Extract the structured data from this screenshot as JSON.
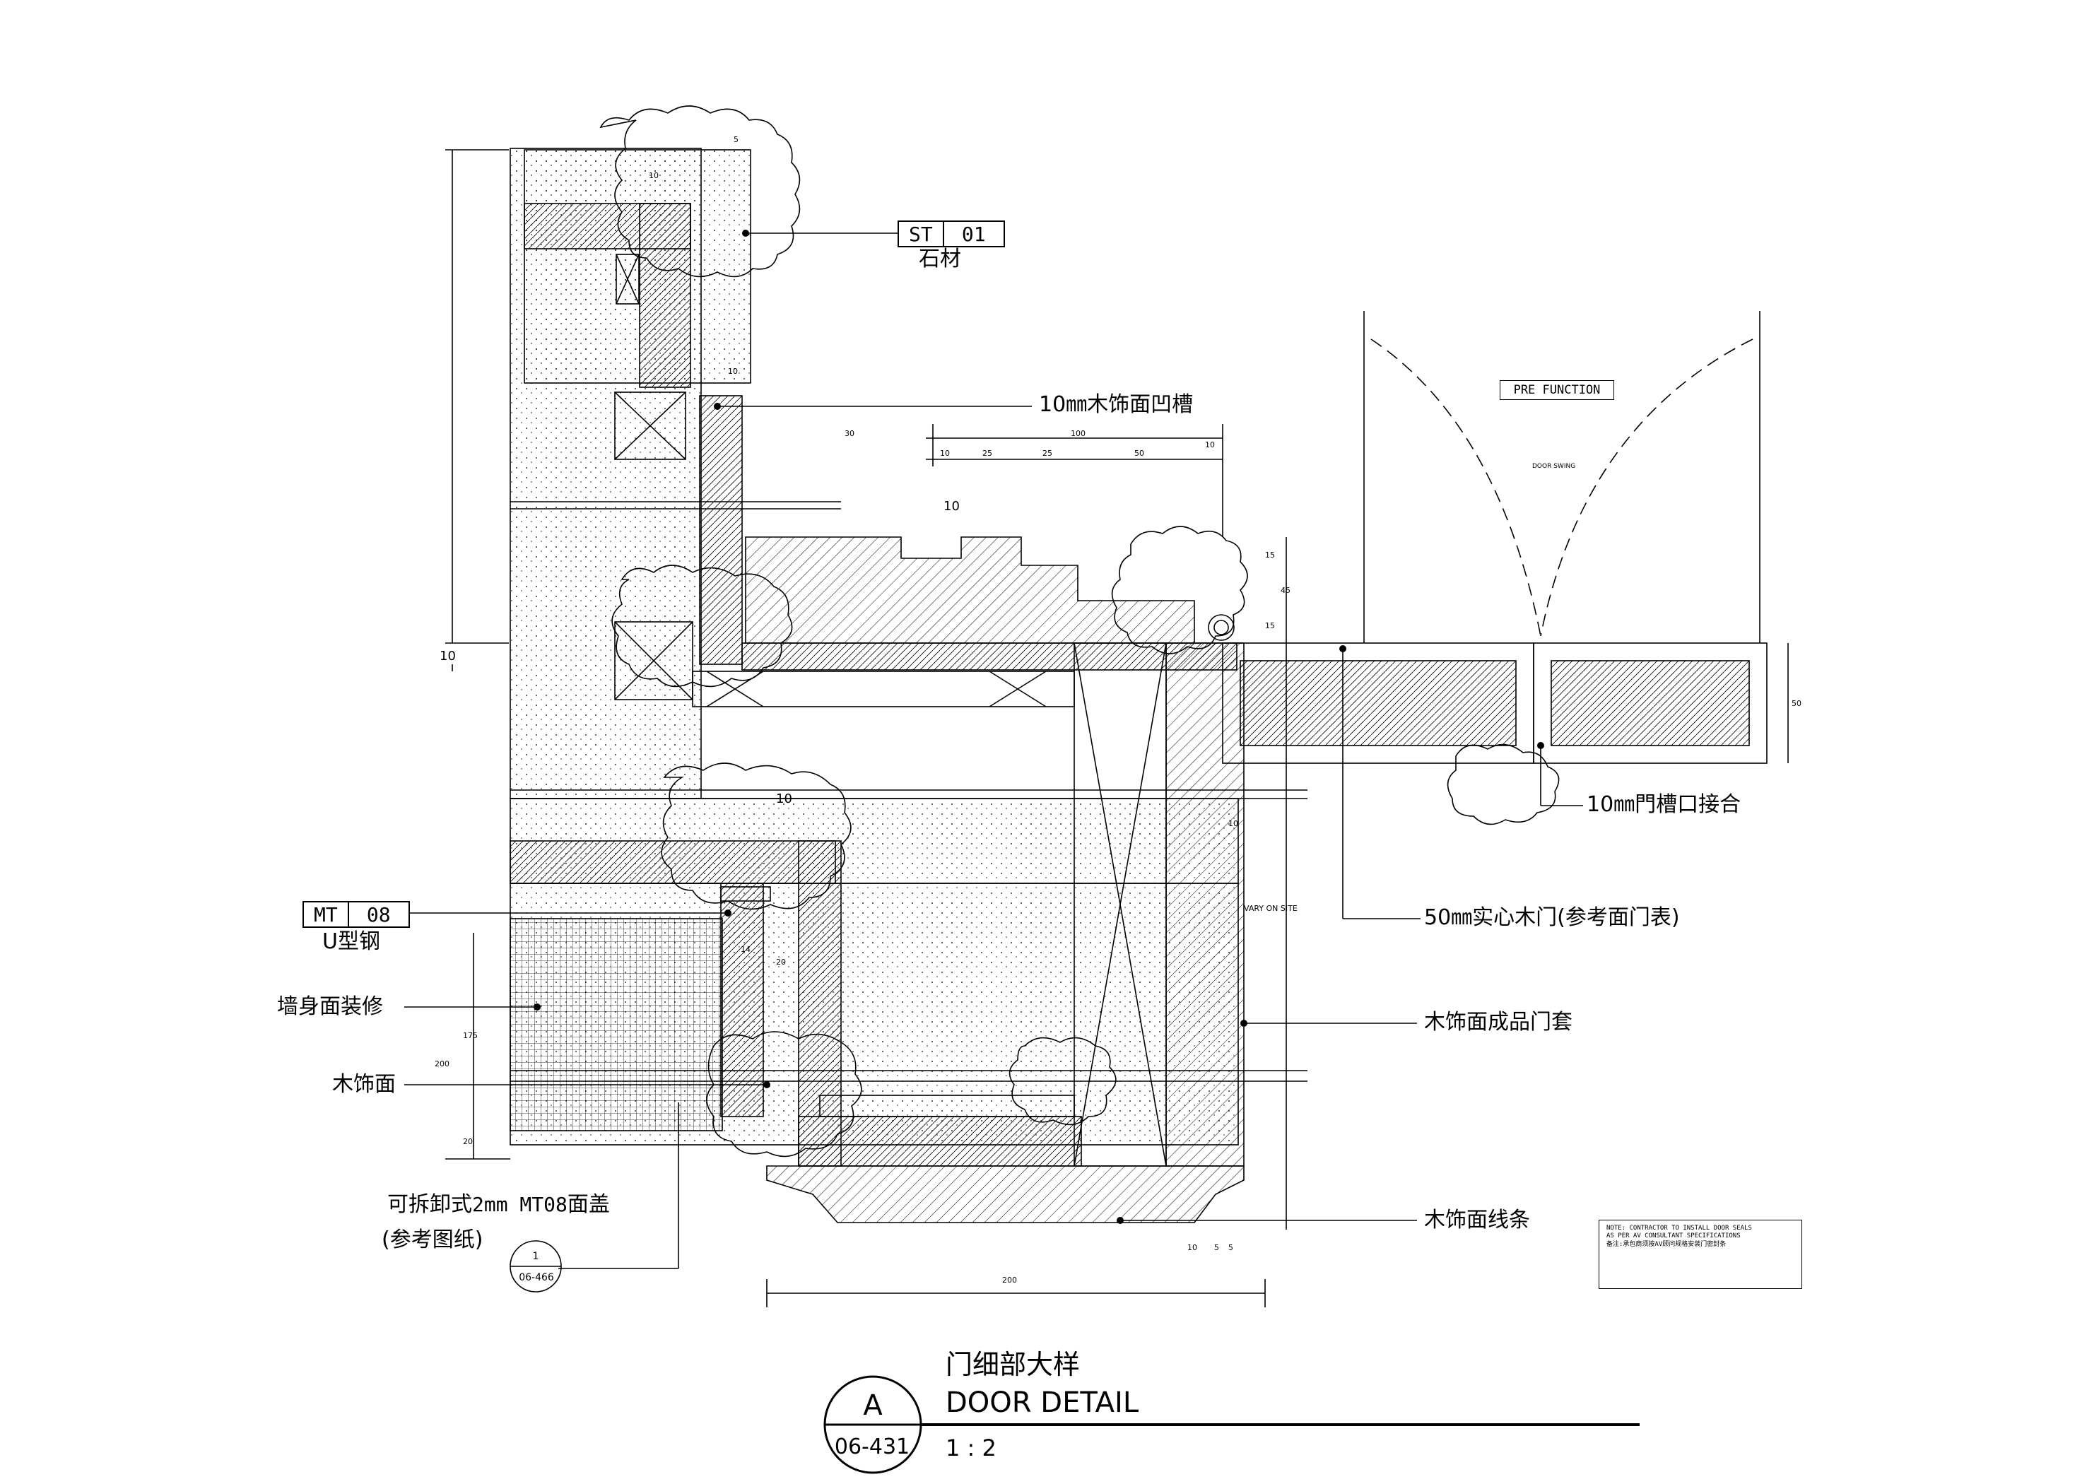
{
  "labels": {
    "stone": "石材",
    "groove": "10㎜木饰面凹槽",
    "door_joint": "10㎜門槽口接合",
    "solid_door": "50㎜实心木门(参考面门表)",
    "u_steel": "U型钢",
    "wall_finish": "墙身面装修",
    "wood_finish": "木饰面",
    "door_frame": "木饰面成品门套",
    "wood_trim": "木饰面线条",
    "cover_line1_a": "可拆卸式",
    "cover_line1_b": "2mm MT08",
    "cover_line1_c": "面盖",
    "cover_line2": "(参考图纸)"
  },
  "tags": {
    "st_code": "ST",
    "st_num": "01",
    "mt_code": "MT",
    "mt_num": "08"
  },
  "pre_function": "PRE FUNCTION",
  "door_swing": "DOOR SWING",
  "note": {
    "line1": "NOTE: CONTRACTOR TO INSTALL DOOR SEALS",
    "line2": "AS PER AV CONSULTANT SPECIFICATIONS",
    "line3": "备注:承包商须按AV顾问规格安装门密封条"
  },
  "dims": {
    "d5": "5",
    "d10": "10",
    "d30": "30",
    "d100": "100",
    "d25": "25",
    "d50": "50",
    "d15": "15",
    "d45": "45",
    "d14": "14",
    "d20": "20",
    "d175": "175",
    "d200": "200",
    "vary": "VARY ON SITE"
  },
  "section_ref": {
    "num": "1",
    "sheet": "06-466"
  },
  "title": {
    "cn": "门细部大样",
    "en": "DOOR DETAIL",
    "scale": "1 : 2",
    "letter": "A",
    "sheet": "06-431"
  }
}
